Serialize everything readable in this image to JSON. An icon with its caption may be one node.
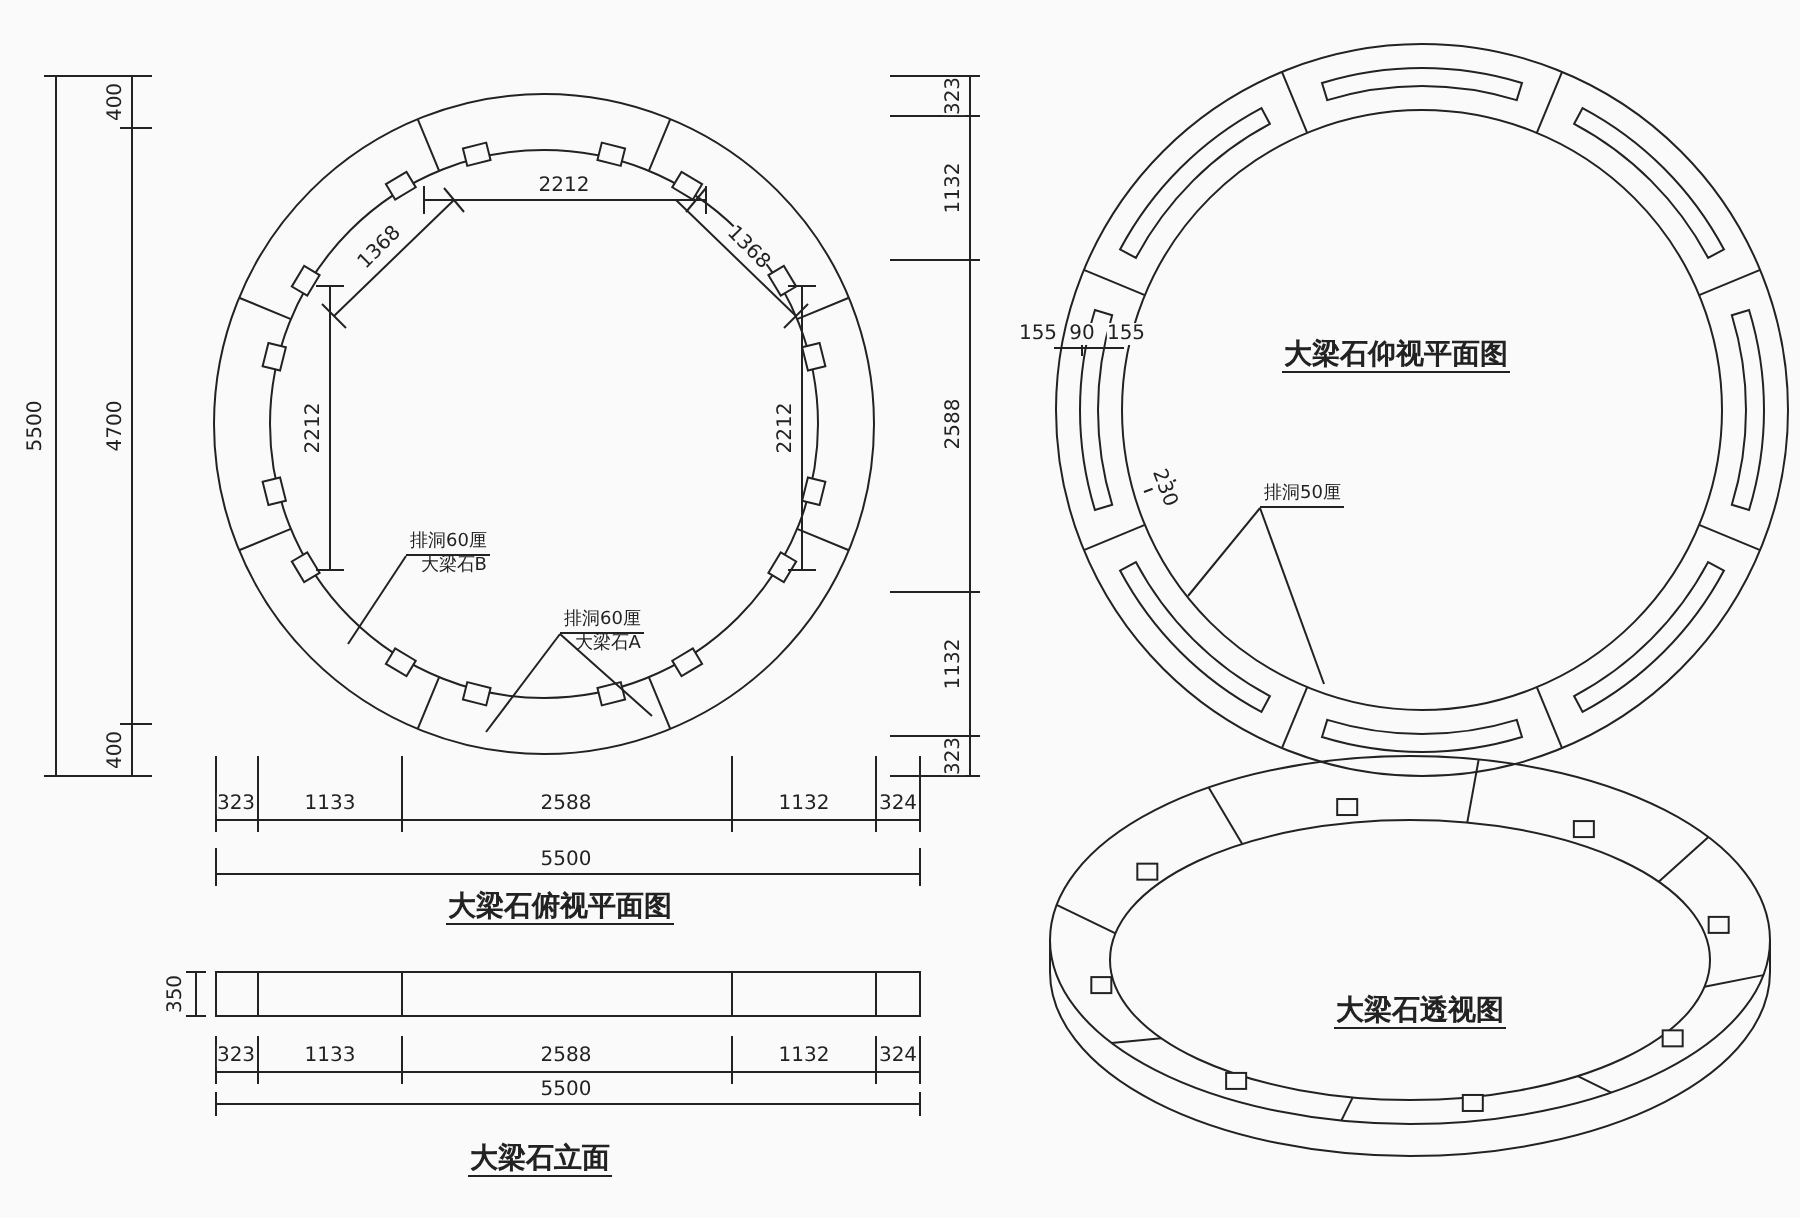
{
  "diagram": {
    "nodes": [
      {
        "text": [
          "排洞60厘",
          "大梁石B"
        ]
      },
      {
        "text": [
          "排洞60厘",
          "大梁石A"
        ]
      },
      {
        "text": [
          "排洞50厘"
        ]
      }
    ],
    "edges": [
      {
        "from": 0,
        "to": null,
        "arrow": "none"
      },
      {
        "from": 1,
        "to": null,
        "arrow": "none"
      },
      {
        "from": 1,
        "to": null,
        "arrow": "none"
      },
      {
        "from": 2,
        "to": null,
        "arrow": "none"
      },
      {
        "from": 2,
        "to": null,
        "arrow": "none"
      }
    ],
    "labels": [
      "5500",
      "400",
      "4700",
      "400",
      "2212",
      "1368",
      "1368",
      "2212",
      "2212",
      "323",
      "1132",
      "2588",
      "1132",
      "323",
      "大梁石仰视平面图",
      "155",
      "90",
      "155",
      "230",
      "323",
      "1133",
      "2588",
      "1132",
      "324",
      "5500",
      "大梁石俯视平面图",
      "350",
      "323",
      "1133",
      "2588",
      "1132",
      "324",
      "5500",
      "大梁石立面",
      "大梁石透视图"
    ]
  }
}
